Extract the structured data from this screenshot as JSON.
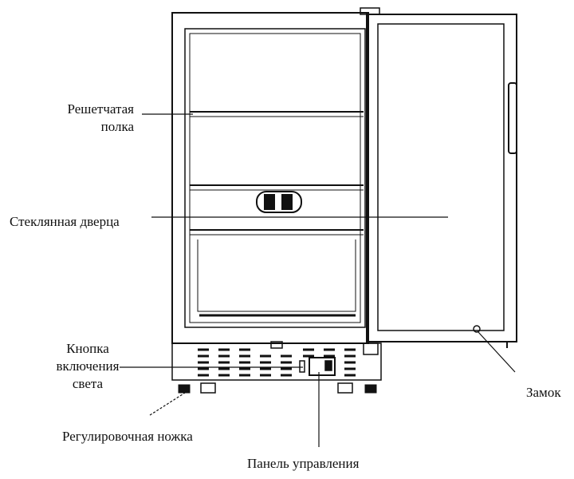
{
  "labels": {
    "shelf_line1": "Решетчатая",
    "shelf_line2": "полка",
    "glass_door": "Стеклянная дверца",
    "light_line1": "Кнопка",
    "light_line2": "включения",
    "light_line3": "света",
    "leveling_foot": "Регулировочная ножка",
    "control_panel": "Панель управления",
    "lock": "Замок"
  }
}
